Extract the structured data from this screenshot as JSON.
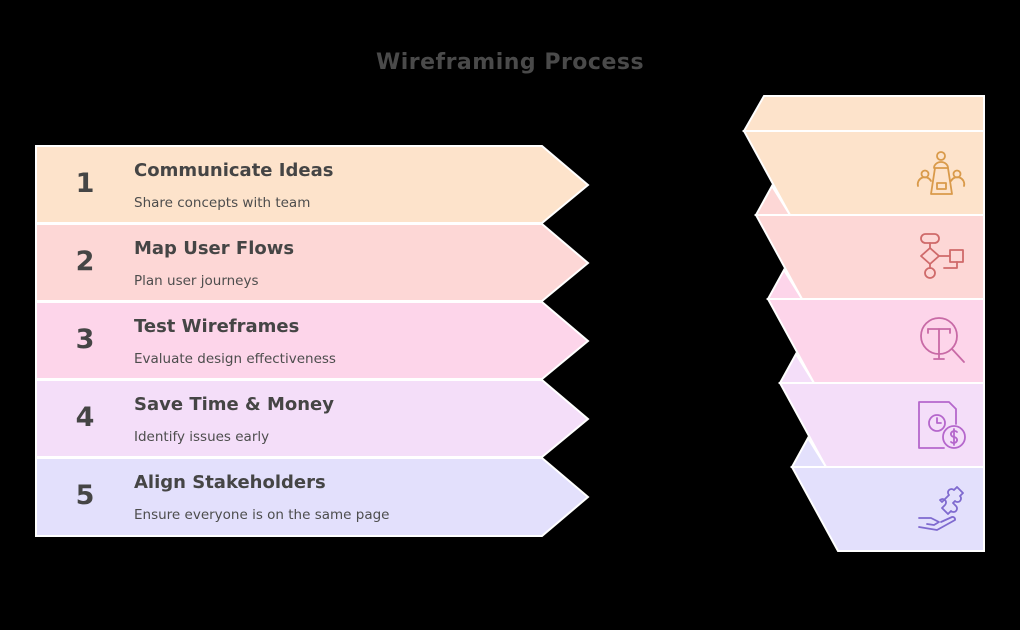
{
  "title": "Wireframing Process",
  "colors": {
    "background": "#000000",
    "border": "#ffffff",
    "text": "#454545",
    "title": "#4a4a4a"
  },
  "steps": [
    {
      "number": "1",
      "heading": "Communicate Ideas",
      "description": "Share concepts with team",
      "fill": "#fde3cb",
      "icon": "meeting-people-icon",
      "icon_color": "#d99a4a"
    },
    {
      "number": "2",
      "heading": "Map User Flows",
      "description": "Plan user journeys",
      "fill": "#fdd7d6",
      "icon": "flowchart-icon",
      "icon_color": "#cf6a6a"
    },
    {
      "number": "3",
      "heading": "Test Wireframes",
      "description": "Evaluate design effectiveness",
      "fill": "#fdd5ea",
      "icon": "magnify-text-icon",
      "icon_color": "#c86aa6"
    },
    {
      "number": "4",
      "heading": "Save Time & Money",
      "description": "Identify issues early",
      "fill": "#f4def9",
      "icon": "time-money-document-icon",
      "icon_color": "#b567cc"
    },
    {
      "number": "5",
      "heading": "Align Stakeholders",
      "description": "Ensure everyone is on the same page",
      "fill": "#e3e0fc",
      "icon": "hand-puzzle-icon",
      "icon_color": "#7f6acf"
    }
  ]
}
